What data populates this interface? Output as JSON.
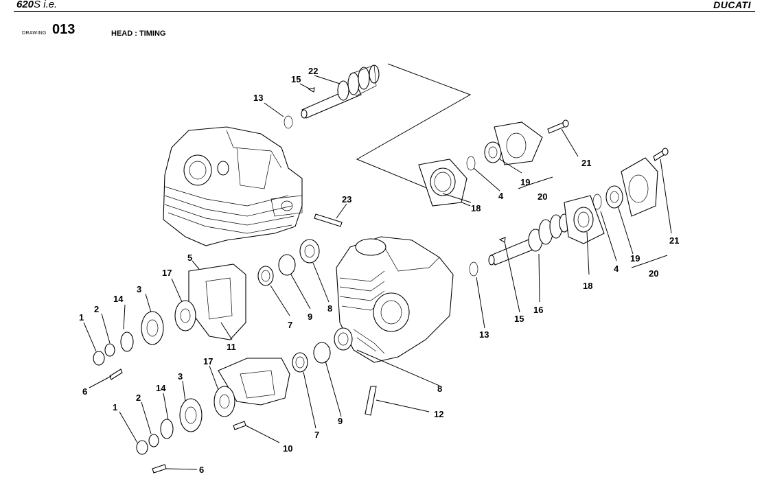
{
  "header": {
    "model_bold": "620",
    "model_rest": "S i.e.",
    "brand": "DUCATI",
    "drawing_label": "DRAWING",
    "drawing_number": "013",
    "title": "HEAD : TIMING"
  },
  "callouts": [
    {
      "id": "c-22",
      "text": "22"
    },
    {
      "id": "c-15a",
      "text": "15"
    },
    {
      "id": "c-13a",
      "text": "13"
    },
    {
      "id": "c-21a",
      "text": "21"
    },
    {
      "id": "c-23",
      "text": "23"
    },
    {
      "id": "c-19a",
      "text": "19"
    },
    {
      "id": "c-20a",
      "text": "20"
    },
    {
      "id": "c-4a",
      "text": "4"
    },
    {
      "id": "c-18a",
      "text": "18"
    },
    {
      "id": "c-21b",
      "text": "21"
    },
    {
      "id": "c-5",
      "text": "5"
    },
    {
      "id": "c-17a",
      "text": "17"
    },
    {
      "id": "c-14a",
      "text": "14"
    },
    {
      "id": "c-3a",
      "text": "3"
    },
    {
      "id": "c-2a",
      "text": "2"
    },
    {
      "id": "c-1a",
      "text": "1"
    },
    {
      "id": "c-7a",
      "text": "7"
    },
    {
      "id": "c-9a",
      "text": "9"
    },
    {
      "id": "c-8a",
      "text": "8"
    },
    {
      "id": "c-11",
      "text": "11"
    },
    {
      "id": "c-6a",
      "text": "6"
    },
    {
      "id": "c-19b",
      "text": "19"
    },
    {
      "id": "c-20b",
      "text": "20"
    },
    {
      "id": "c-4b",
      "text": "4"
    },
    {
      "id": "c-18b",
      "text": "18"
    },
    {
      "id": "c-15b",
      "text": "15"
    },
    {
      "id": "c-16",
      "text": "16"
    },
    {
      "id": "c-13b",
      "text": "13"
    },
    {
      "id": "c-8b",
      "text": "8"
    },
    {
      "id": "c-12",
      "text": "12"
    },
    {
      "id": "c-17b",
      "text": "17"
    },
    {
      "id": "c-3b",
      "text": "3"
    },
    {
      "id": "c-14b",
      "text": "14"
    },
    {
      "id": "c-2b",
      "text": "2"
    },
    {
      "id": "c-1b",
      "text": "1"
    },
    {
      "id": "c-7b",
      "text": "7"
    },
    {
      "id": "c-9b",
      "text": "9"
    },
    {
      "id": "c-10",
      "text": "10"
    },
    {
      "id": "c-6b",
      "text": "6"
    }
  ]
}
